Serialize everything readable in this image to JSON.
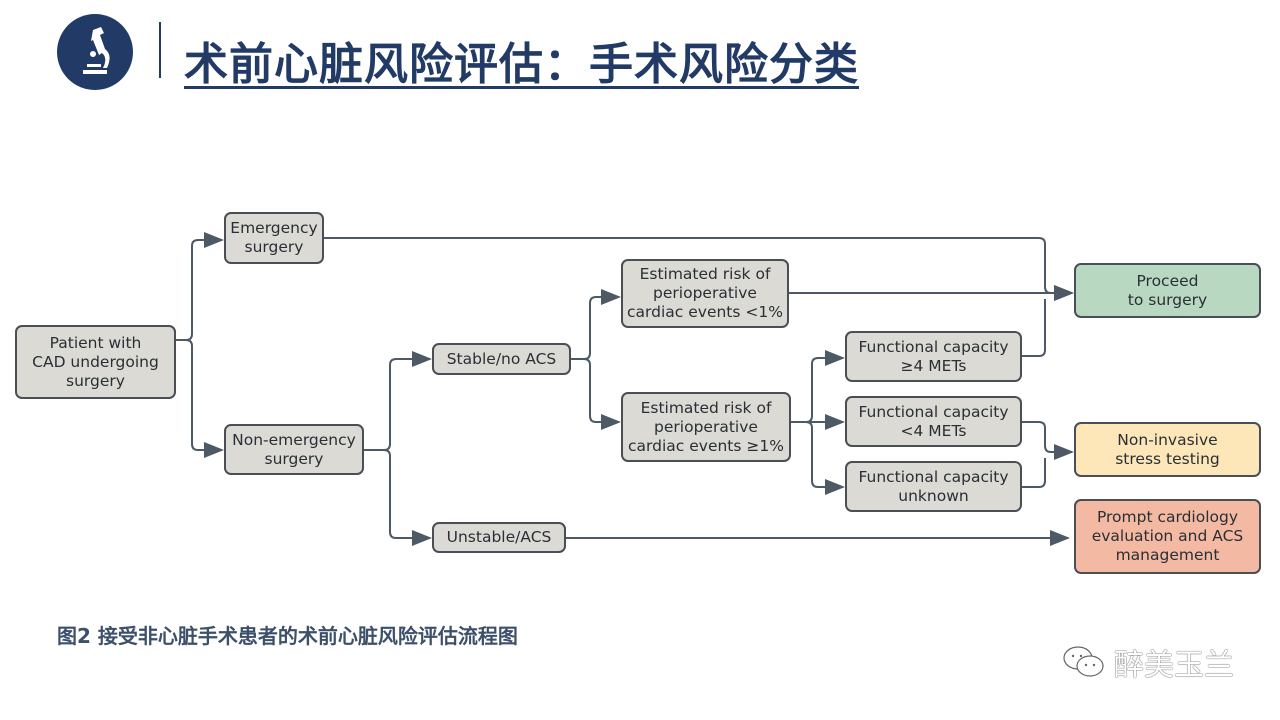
{
  "header": {
    "title": "术前心脏风险评估：手术风险分类",
    "logo_icon": "microscope-icon"
  },
  "diagram": {
    "patient": "Patient with\nCAD undergoing\nsurgery",
    "emergency": "Emergency\nsurgery",
    "non_emergency": "Non-emergency\nsurgery",
    "stable": "Stable/no ACS",
    "unstable": "Unstable/ACS",
    "risk_low": "Estimated risk of\nperioperative\ncardiac events <1%",
    "risk_high": "Estimated risk of\nperioperative\ncardiac events ≥1%",
    "fc_high": "Functional capacity\n≥4 METs",
    "fc_low": "Functional capacity\n<4 METs",
    "fc_unknown": "Functional capacity\nunknown",
    "proceed": "Proceed\nto surgery",
    "stress": "Non-invasive\nstress testing",
    "prompt": "Prompt cardiology\nevaluation and ACS\nmanagement"
  },
  "caption": "图2 接受非心脏手术患者的术前心脏风险评估流程图",
  "watermark": {
    "text": "醉美玉兰",
    "icon": "wechat-icon"
  },
  "colors": {
    "title": "#213a66",
    "green": "#b9d8c2",
    "yellow": "#fde7b8",
    "red": "#f3b9a2",
    "gray": "#dcdad5"
  }
}
